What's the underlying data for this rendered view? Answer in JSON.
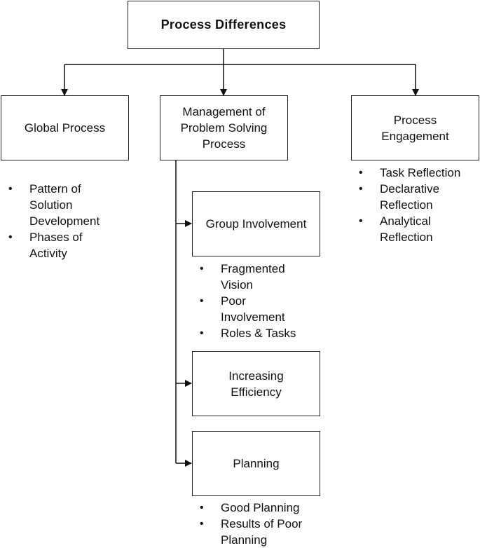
{
  "root": {
    "label": "Process Differences"
  },
  "global_process": {
    "label": "Global Process",
    "bullets": [
      "Pattern of\nSolution\nDevelopment",
      "Phases of\nActivity"
    ]
  },
  "management": {
    "label": "Management of\nProblem Solving\nProcess",
    "group_involvement": {
      "label": "Group Involvement",
      "bullets": [
        "Fragmented\nVision",
        "Poor\nInvolvement",
        "Roles & Tasks"
      ]
    },
    "increasing_efficiency": {
      "label": "Increasing\nEfficiency"
    },
    "planning": {
      "label": "Planning",
      "bullets": [
        "Good Planning",
        "Results of Poor\nPlanning"
      ]
    }
  },
  "process_engagement": {
    "label": "Process\nEngagement",
    "bullets": [
      "Task Reflection",
      "Declarative\nReflection",
      "Analytical\nReflection"
    ]
  }
}
